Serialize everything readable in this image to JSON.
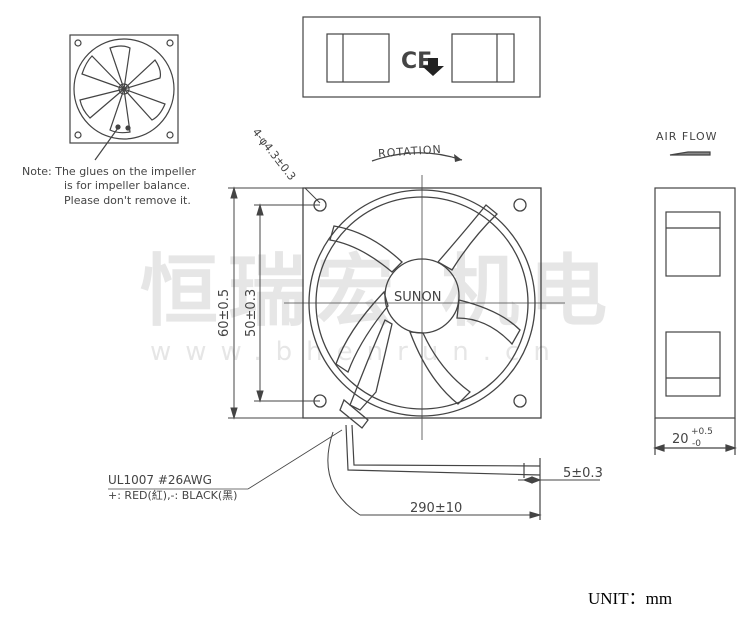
{
  "note": {
    "line1": "Note: The glues on the impeller",
    "line2": "is for impeller balance.",
    "line3": "Please don't remove it."
  },
  "hole_spec": "4-φ4.3±0.3",
  "rotation_label": "ROTATION",
  "airflow_label": "AIR FLOW",
  "brand": "SUNON",
  "dims": {
    "outer": "60±0.5",
    "hole_pitch": "50±0.3",
    "depth_base": "20",
    "depth_tol_plus": "+0.5",
    "depth_tol_minus": "-0",
    "strip": "5±0.3",
    "lead_length": "290±10"
  },
  "wire": {
    "spec": "UL1007  #26AWG",
    "polarity": "+: RED(紅),-: BLACK(黑)"
  },
  "ce_mark": "CE",
  "watermark": {
    "cn": "恒瑞宏 机电",
    "url": "www.bhenrun.cn"
  },
  "unit_label": "UNIT：mm"
}
